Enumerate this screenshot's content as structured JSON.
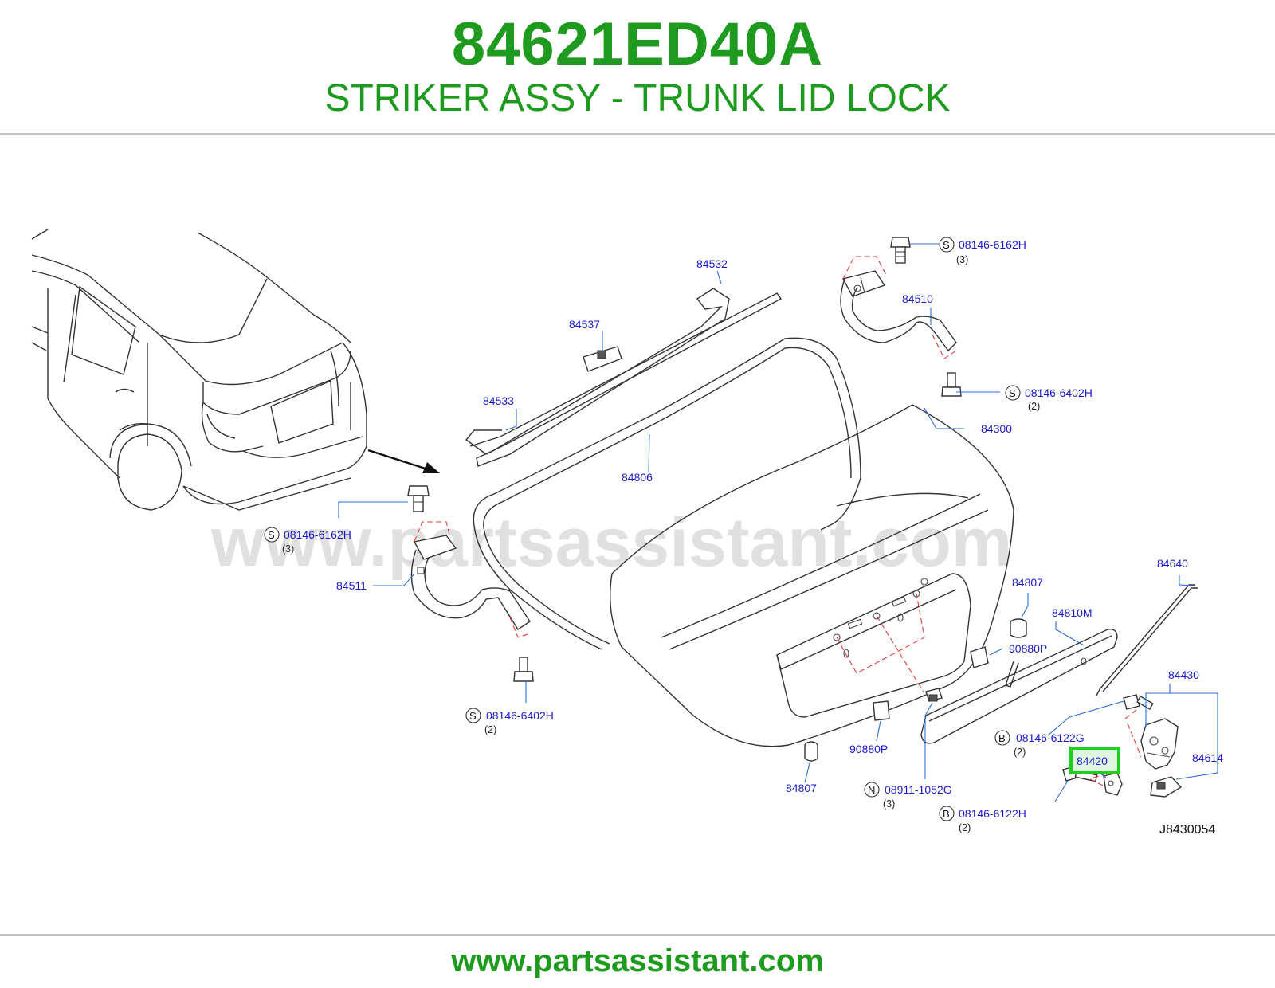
{
  "header": {
    "part_number": "84621ED40A",
    "part_name": "STRIKER ASSY - TRUNK LID LOCK"
  },
  "footer": {
    "website": "www.partsassistant.com"
  },
  "watermark": "www.partsassistant.com",
  "diagram": {
    "code": "J8430054",
    "highlighted_part": "84420",
    "callouts": {
      "c84532": "84532",
      "c84537": "84537",
      "c84533": "84533",
      "c84806": "84806",
      "c84510": "84510",
      "c84300": "84300",
      "c84511": "84511",
      "c84807a": "84807",
      "c84807b": "84807",
      "c84810M": "84810M",
      "c90880Pa": "90880P",
      "c90880Pb": "90880P",
      "c84640": "84640",
      "c84430": "84430",
      "c84614": "84614",
      "c84420": "84420"
    },
    "fasteners": {
      "f1": {
        "prefix": "S",
        "number": "08146-6162H",
        "qty": "(3)"
      },
      "f2": {
        "prefix": "S",
        "number": "08146-6402H",
        "qty": "(2)"
      },
      "f3": {
        "prefix": "S",
        "number": "08146-6162H",
        "qty": "(3)"
      },
      "f4": {
        "prefix": "S",
        "number": "08146-6402H",
        "qty": "(2)"
      },
      "f5": {
        "prefix": "B",
        "number": "08146-6122G",
        "qty": "(2)"
      },
      "f6": {
        "prefix": "N",
        "number": "08911-1052G",
        "qty": "(3)"
      },
      "f7": {
        "prefix": "B",
        "number": "08146-6122H",
        "qty": "(2)"
      }
    }
  },
  "colors": {
    "brand_green": "#1e9a1e",
    "callout_blue": "#1a1acd",
    "highlight_green": "#1ecf1e",
    "guide_red": "#e23b3b"
  }
}
